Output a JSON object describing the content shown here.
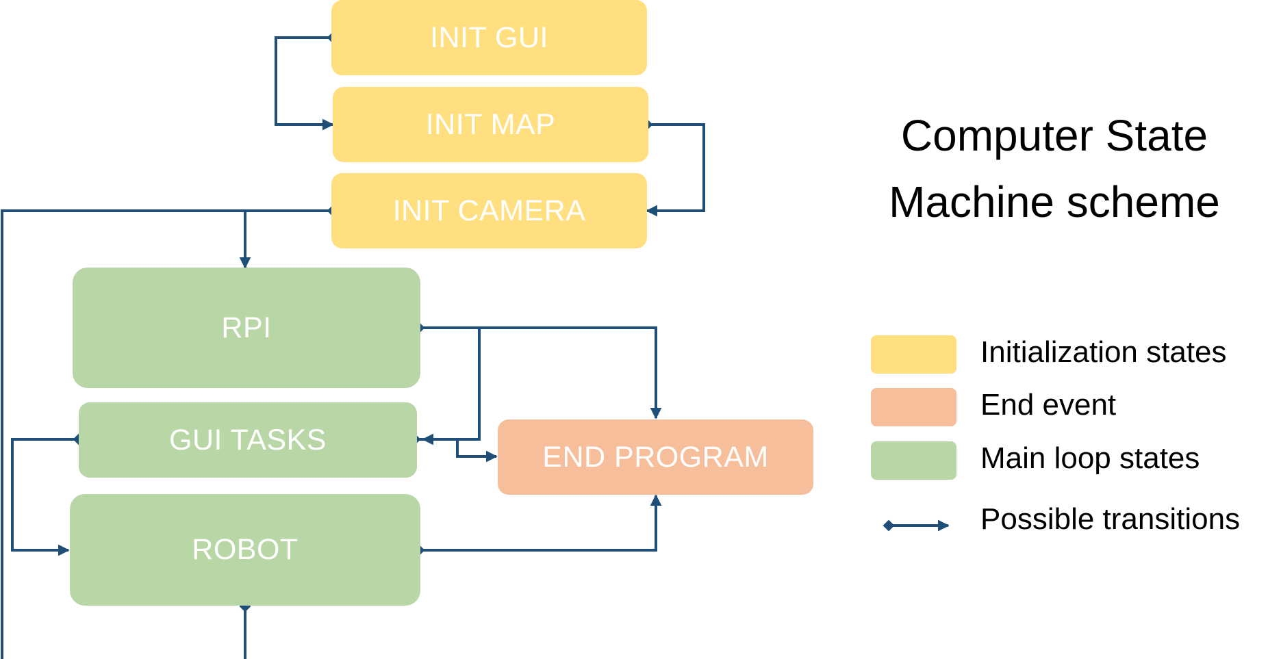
{
  "title": {
    "line1": "Computer State",
    "line2": "Machine scheme"
  },
  "states": {
    "init_gui": "INIT GUI",
    "init_map": "INIT MAP",
    "init_camera": "INIT CAMERA",
    "rpi": "RPI",
    "gui_tasks": "GUI TASKS",
    "robot": "ROBOT",
    "end_program": "END PROGRAM"
  },
  "legend": {
    "init": {
      "label": "Initialization states",
      "color": "#FFDF80"
    },
    "end": {
      "label": "End event",
      "color": "#F6BE9A"
    },
    "main": {
      "label": "Main loop states",
      "color": "#B9D7A6"
    },
    "transitions": {
      "label": "Possible transitions",
      "color": "#1F4E79"
    }
  }
}
